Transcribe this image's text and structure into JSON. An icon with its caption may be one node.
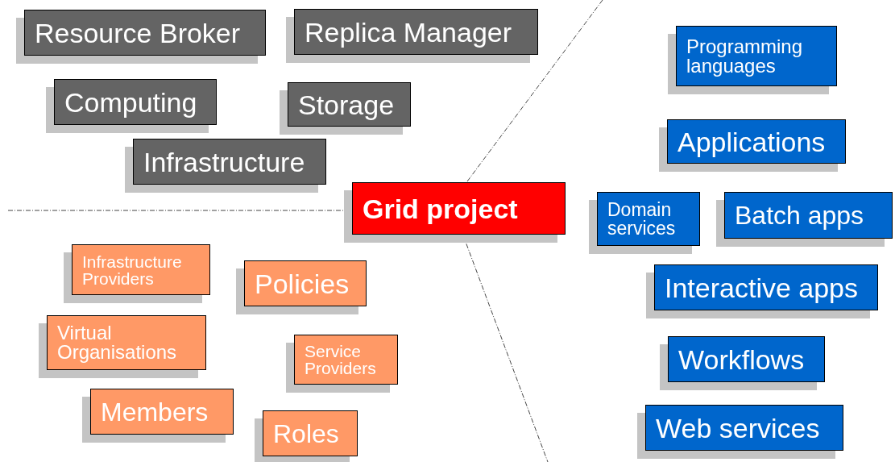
{
  "diagram": {
    "nodes": [
      {
        "text": [
          "Resource Broker"
        ]
      },
      {
        "text": [
          "Replica Manager"
        ]
      },
      {
        "text": [
          "Computing"
        ]
      },
      {
        "text": [
          "Storage"
        ]
      },
      {
        "text": [
          "Infrastructure"
        ]
      },
      {
        "text": [
          "Grid project"
        ]
      },
      {
        "text": [
          "Programming languages"
        ]
      },
      {
        "text": [
          "Applications"
        ]
      },
      {
        "text": [
          "Domain services"
        ]
      },
      {
        "text": [
          "Batch apps"
        ]
      },
      {
        "text": [
          "Interactive apps"
        ]
      },
      {
        "text": [
          "Workflows"
        ]
      },
      {
        "text": [
          "Web services"
        ]
      },
      {
        "text": [
          "Infrastructure Providers"
        ]
      },
      {
        "text": [
          "Policies"
        ]
      },
      {
        "text": [
          "Virtual Organisations"
        ]
      },
      {
        "text": [
          "Service Providers"
        ]
      },
      {
        "text": [
          "Members"
        ]
      },
      {
        "text": [
          "Roles"
        ]
      }
    ]
  }
}
